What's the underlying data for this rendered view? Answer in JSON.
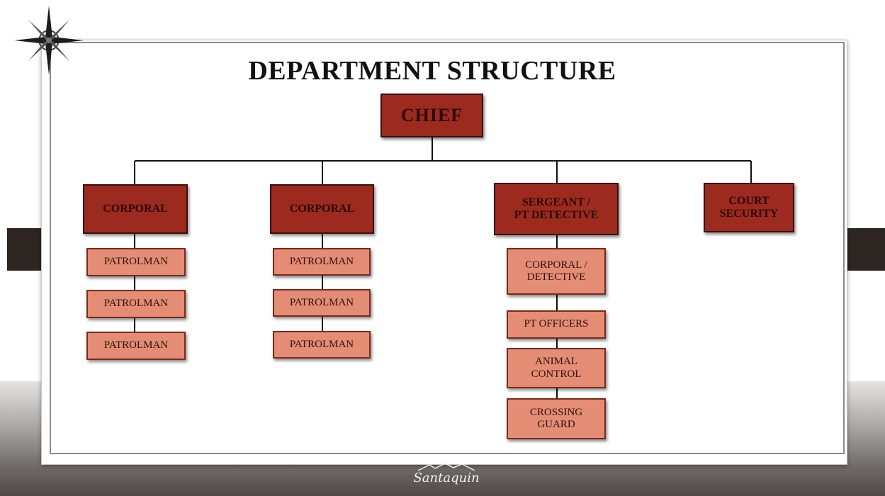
{
  "title": "DEPARTMENT STRUCTURE",
  "chief": "CHIEF",
  "branches": [
    {
      "head": "CORPORAL",
      "members": [
        "PATROLMAN",
        "PATROLMAN",
        "PATROLMAN"
      ]
    },
    {
      "head": "CORPORAL",
      "members": [
        "PATROLMAN",
        "PATROLMAN",
        "PATROLMAN"
      ]
    },
    {
      "head": "SERGEANT /\nPT DETECTIVE",
      "members": [
        "CORPORAL /\nDETECTIVE",
        "PT OFFICERS",
        "ANIMAL\nCONTROL",
        "CROSSING\nGUARD"
      ]
    },
    {
      "head": "COURT\nSECURITY",
      "members": []
    }
  ],
  "logo_text": "Santaquin",
  "colors": {
    "head_box": "#9c2a1f",
    "member_box": "#e58c74",
    "connector": "#111111"
  },
  "icons": {
    "corner": "compass-rose-icon"
  }
}
